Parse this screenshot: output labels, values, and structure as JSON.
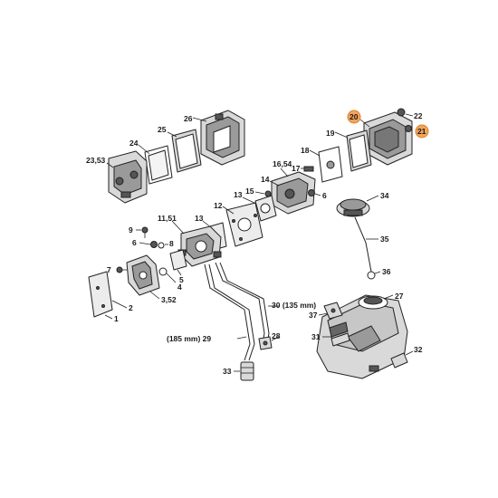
{
  "labels": {
    "p1": "1",
    "p2": "2",
    "p3": "3,52",
    "p4": "4",
    "p5": "5",
    "p6": "6",
    "p7": "7",
    "p8": "8",
    "p9": "9",
    "p11": "11,51",
    "p12": "12",
    "p13a": "13",
    "p13b": "13",
    "p14": "14",
    "p15": "15",
    "p16": "16,54",
    "p17": "17",
    "p18": "18",
    "p19": "19",
    "p20": "20",
    "p21": "21",
    "p22": "22",
    "p23": "23,53",
    "p24": "24",
    "p25": "25",
    "p26": "26",
    "p27": "27",
    "p28": "28",
    "p29": "(185 mm) 29",
    "p30": "30 (135 mm)",
    "p31": "31",
    "p32": "32",
    "p33": "33",
    "p34": "34",
    "p35": "35",
    "p36": "36",
    "p37": "37"
  },
  "highlight_color": "#f3a45c"
}
